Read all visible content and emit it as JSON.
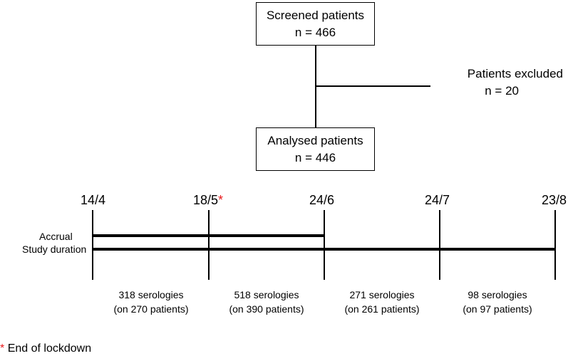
{
  "flow": {
    "screened": {
      "title": "Screened patients",
      "count": "n = 466"
    },
    "excluded": {
      "title": "Patients excluded",
      "count": "n = 20"
    },
    "analysed": {
      "title": "Analysed patients",
      "count": "n = 446"
    }
  },
  "timeline": {
    "dates": [
      "14/4",
      "18/5",
      "24/6",
      "24/7",
      "23/8"
    ],
    "asterisk": "*",
    "rows": {
      "accrual": "Accrual",
      "study_duration": "Study duration"
    },
    "periods": [
      {
        "serologies": "318 serologies",
        "patients": "(on 270 patients)"
      },
      {
        "serologies": "518 serologies",
        "patients": "(on 390 patients)"
      },
      {
        "serologies": "271 serologies",
        "patients": "(on 261 patients)"
      },
      {
        "serologies": "98 serologies",
        "patients": "(on 97 patients)"
      }
    ]
  },
  "footnote": {
    "asterisk": "*",
    "text": "End of lockdown"
  },
  "colors": {
    "asterisk": "#e8191c",
    "lines": "#000000"
  }
}
